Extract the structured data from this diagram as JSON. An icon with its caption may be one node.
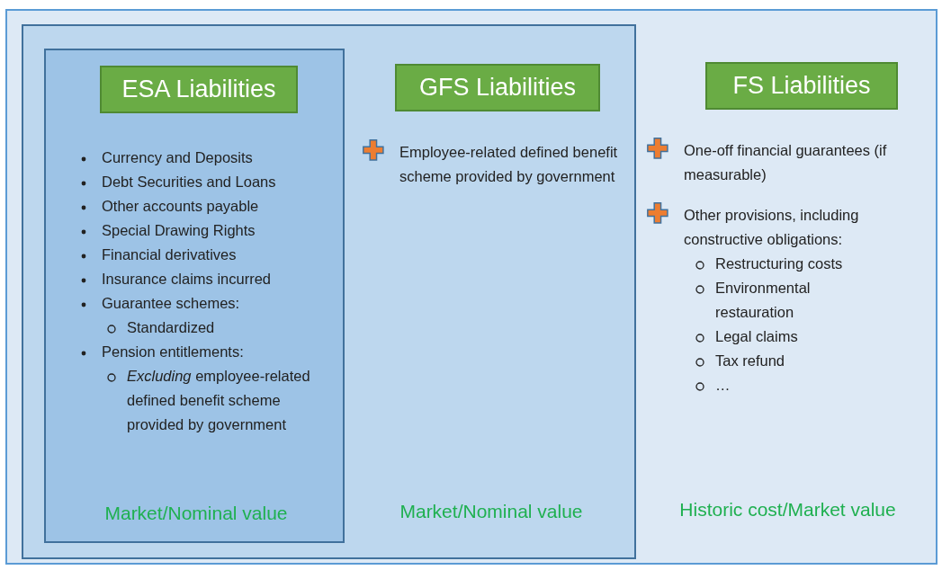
{
  "diagram": {
    "nodes": [
      {
        "text": [
          "One-off financial guarantees (if measurable)",
          "Other provisions, including constructive obligations:",
          "Restructuring costs",
          "Environmental restauration",
          "Legal claims",
          "Tax refund",
          "…",
          "Historic cost/Market value"
        ]
      },
      {
        "text": [
          "Employee-related defined benefit scheme provided by government",
          "Market/Nominal value"
        ],
        "in": 0
      },
      {
        "text": [
          "Currency and Deposits",
          "Debt Securities and Loans",
          "Other accounts payable",
          "Special Drawing Rights",
          "Financial derivatives",
          "Insurance claims incurred",
          "Guarantee schemes:",
          "Standardized",
          "Pension entitlements:",
          "*Excluding* employee-related defined benefit scheme provided by government",
          "Market/Nominal value"
        ],
        "in": 1
      },
      {
        "text": [
          "ESA Liabilities"
        ],
        "in": 2
      },
      {
        "text": [
          "GFS Liabilities"
        ],
        "in": 1
      },
      {
        "text": [
          "FS Liabilities"
        ],
        "in": 0
      }
    ]
  }
}
